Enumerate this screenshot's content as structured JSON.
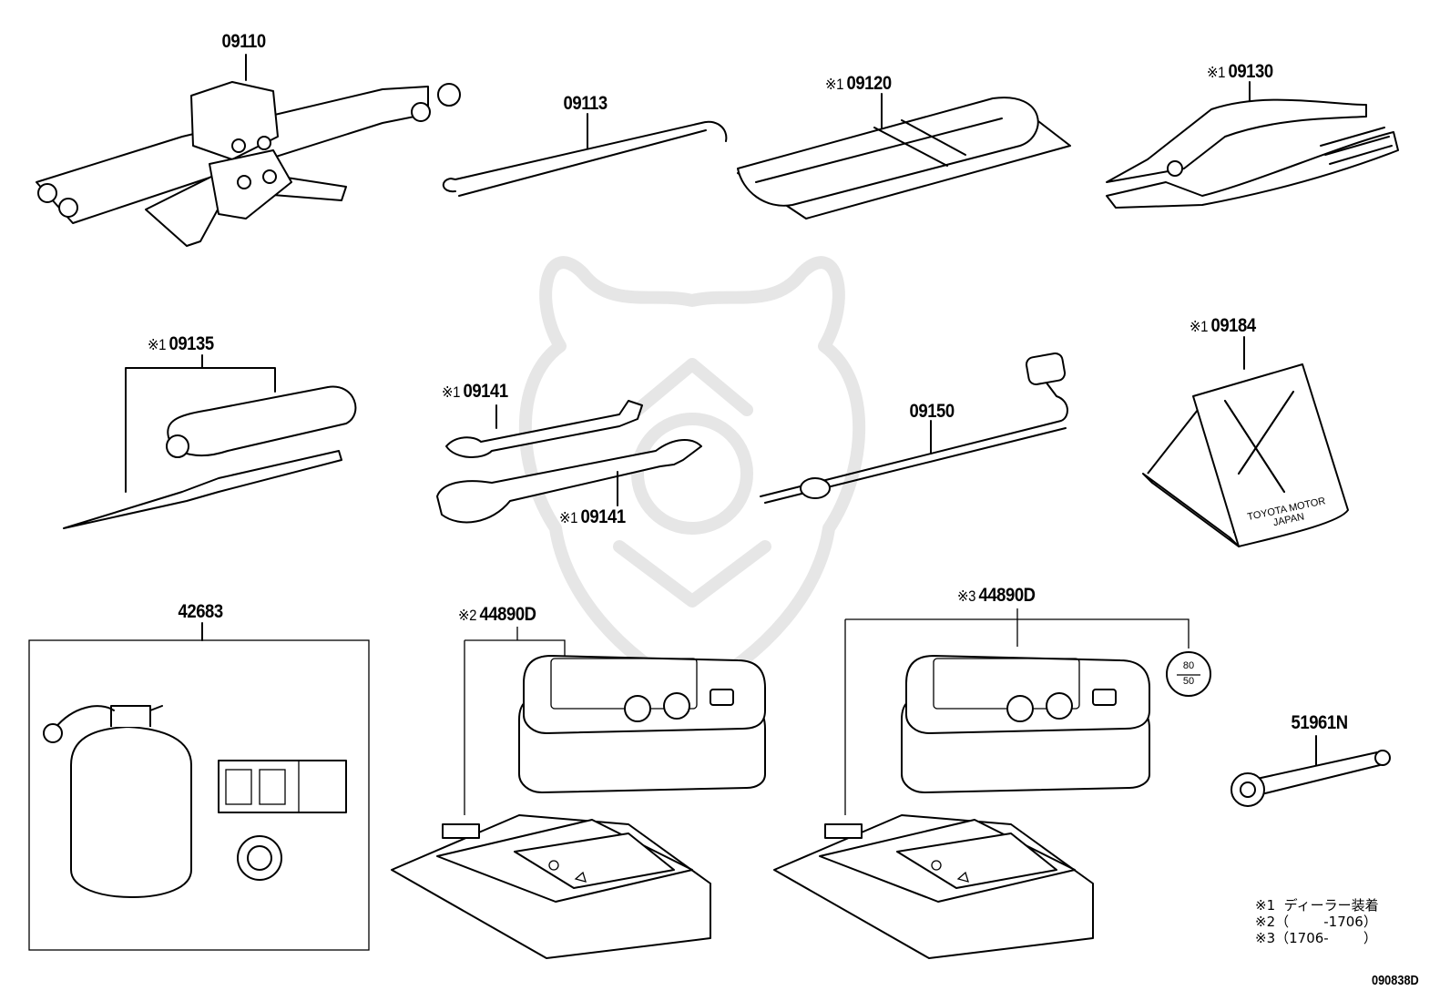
{
  "parts": {
    "p09110": {
      "prefix": "",
      "code": "09110"
    },
    "p09113": {
      "prefix": "",
      "code": "09113"
    },
    "p09120": {
      "prefix": "※1",
      "code": "09120"
    },
    "p09130": {
      "prefix": "※1",
      "code": "09130"
    },
    "p09135": {
      "prefix": "※1",
      "code": "09135"
    },
    "p09141a": {
      "prefix": "※1",
      "code": "09141"
    },
    "p09141b": {
      "prefix": "※1",
      "code": "09141"
    },
    "p09150": {
      "prefix": "",
      "code": "09150"
    },
    "p09184": {
      "prefix": "※1",
      "code": "09184"
    },
    "p42683": {
      "prefix": "",
      "code": "42683"
    },
    "p44890a": {
      "prefix": "※2",
      "code": "44890D"
    },
    "p44890b": {
      "prefix": "※3",
      "code": "44890D"
    },
    "p51961": {
      "prefix": "",
      "code": "51961N"
    }
  },
  "chock_text": {
    "line1": "TOYOTA MOTOR",
    "line2": "JAPAN"
  },
  "speed_sticker": {
    "top": "80",
    "bottom": "50"
  },
  "legend": {
    "l1": "※1  ディーラー装着",
    "l2": "※2（        -1706）",
    "l3": "※3（1706-        ）"
  },
  "diagram_ref": "090838D"
}
